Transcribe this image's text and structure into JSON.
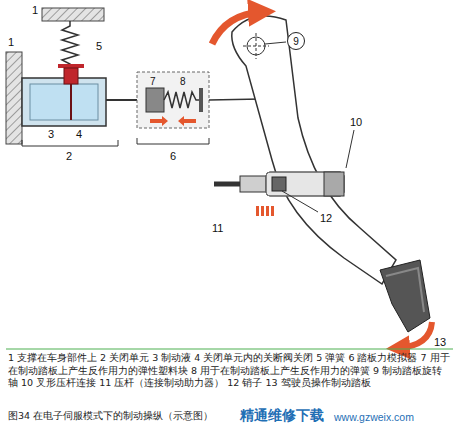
{
  "diagram": {
    "caption": "图34  在电子伺服模式下的制动操纵（示意图）",
    "nodes": [
      {
        "text": [
          "9"
        ]
      }
    ],
    "labels": [
      "1",
      "1",
      "5",
      "2",
      "3",
      "4",
      "7",
      "8",
      "6",
      "10",
      "11",
      "12",
      "13",
      "1 支撑在车身部件上 2 关闭单元 3 制动液 4 关闭单元内的关断阀关闭 5 弹簧 6 踏板力模拟器 7 用于在制动踏板上产生反作用力的弹性塑料块 8 用于在制动踏板上产生反作用力的弹簧 9 制动踏板旋转轴 10 叉形压杆连接 11 压杆（连接制动助力器） 12 销子 13 驾驶员操作制动踏板",
      "精通维修下载",
      "www.gzweix.com"
    ]
  }
}
